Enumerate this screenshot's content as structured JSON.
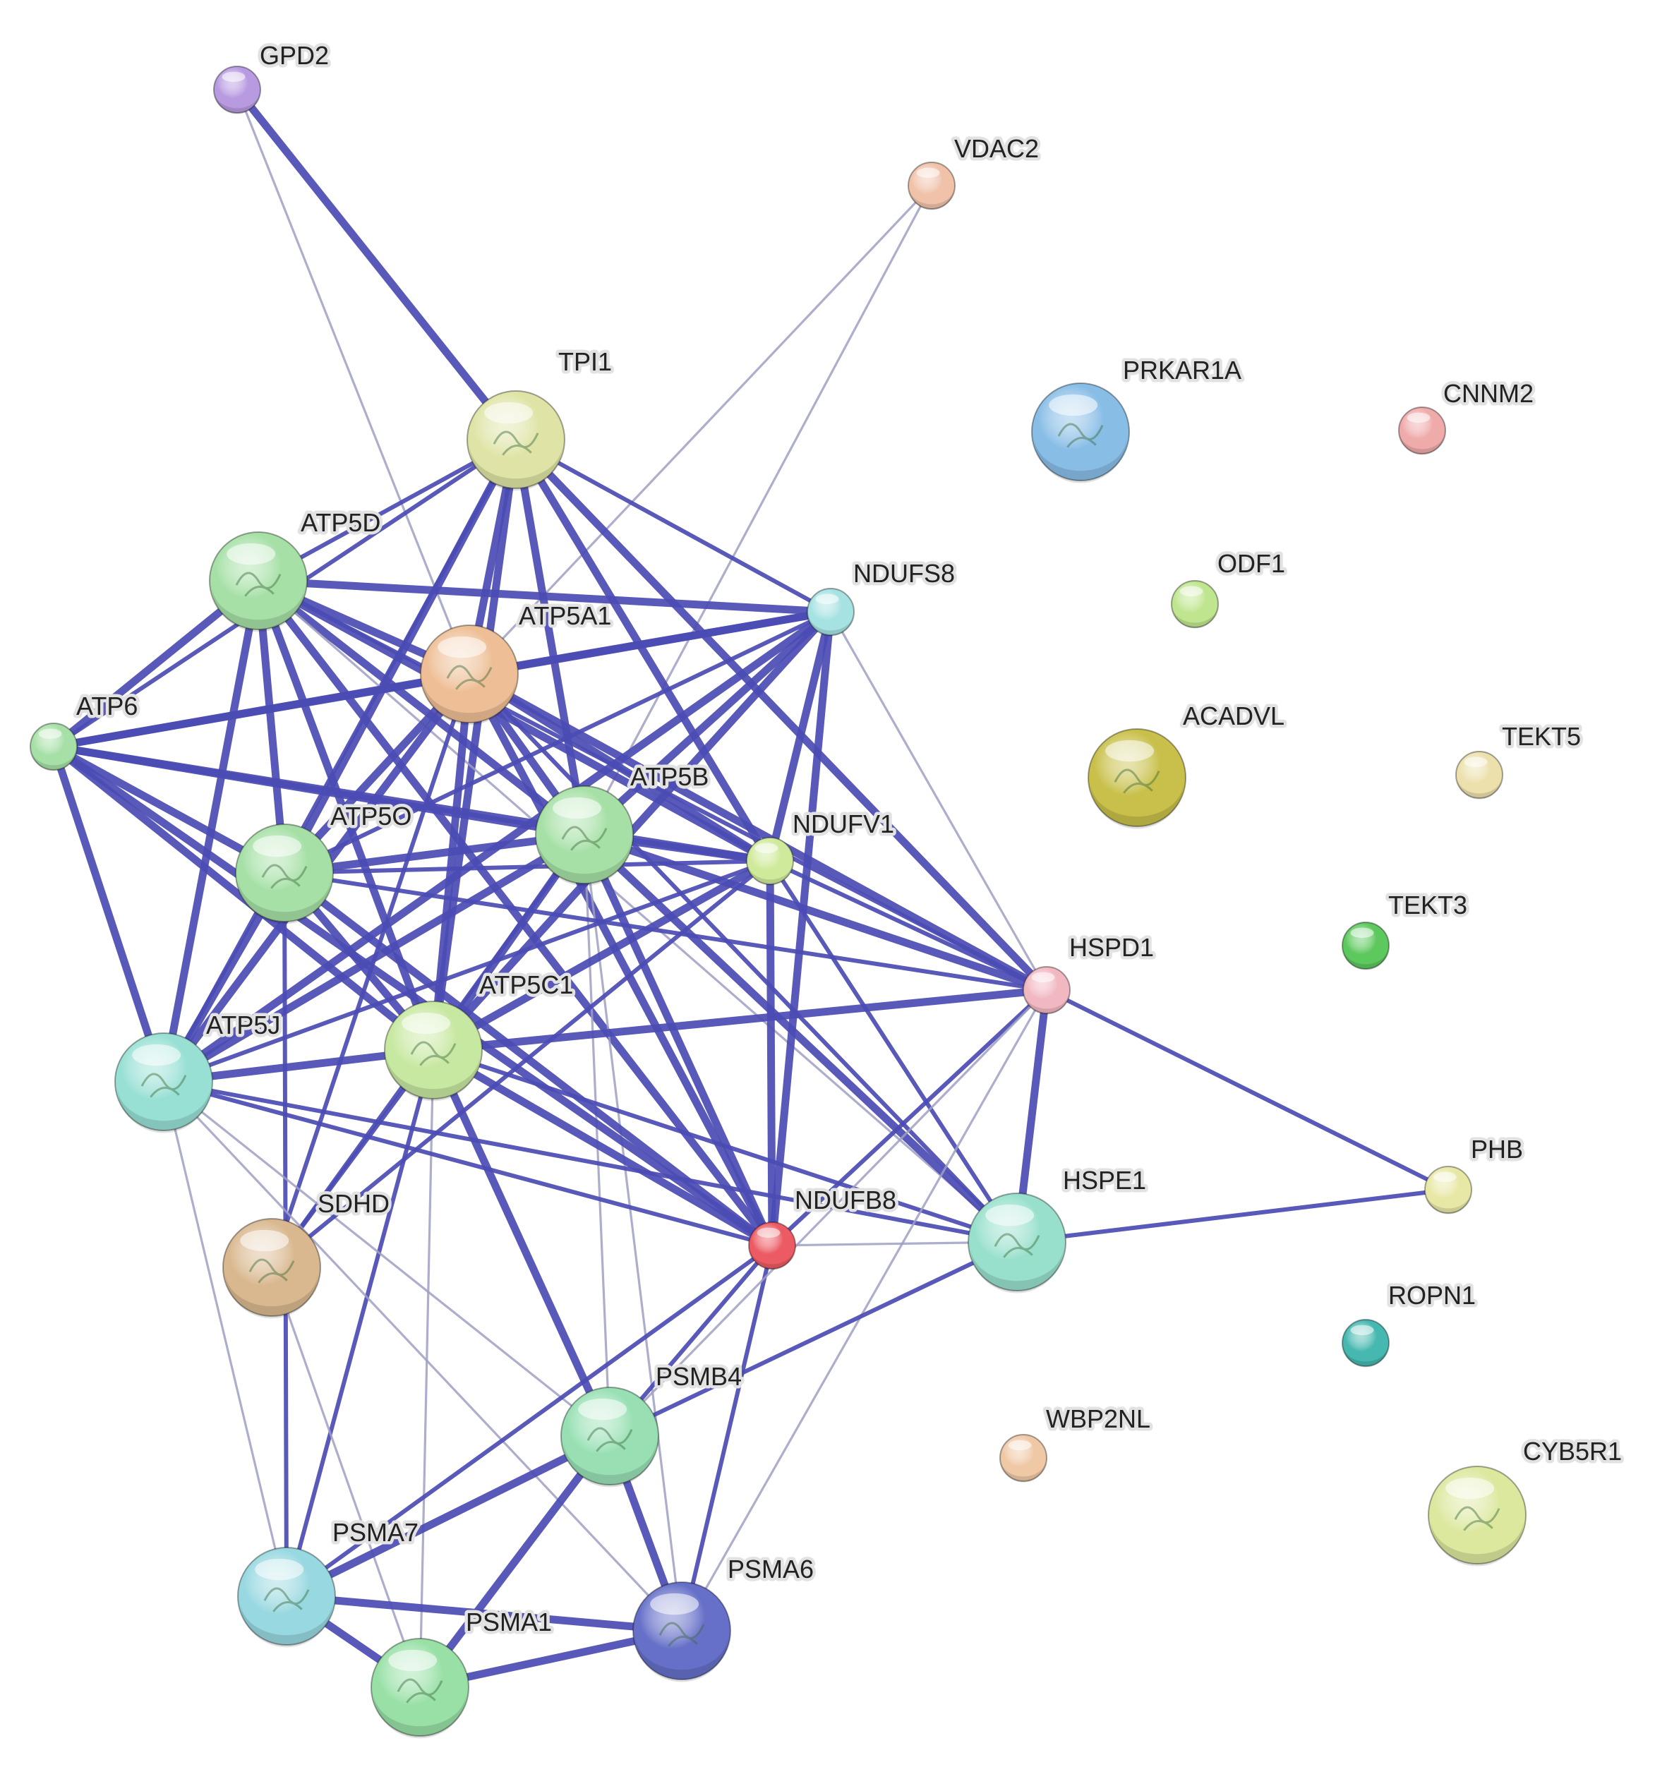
{
  "network": {
    "edge_color_strong": "#4b4bb4",
    "edge_color_weak": "#9f9fc3",
    "nodes": [
      {
        "id": "GPD2",
        "label": "GPD2",
        "color": "#b79ae0",
        "structure": false
      },
      {
        "id": "VDAC2",
        "label": "VDAC2",
        "color": "#f0c2aa",
        "structure": false
      },
      {
        "id": "TPI1",
        "label": "TPI1",
        "color": "#dfe4a6",
        "structure": true
      },
      {
        "id": "PRKAR1A",
        "label": "PRKAR1A",
        "color": "#88bde6",
        "structure": true
      },
      {
        "id": "CNNM2",
        "label": "CNNM2",
        "color": "#efaaaa",
        "structure": false
      },
      {
        "id": "ATP5D",
        "label": "ATP5D",
        "color": "#a6e0a6",
        "structure": true
      },
      {
        "id": "NDUFS8",
        "label": "NDUFS8",
        "color": "#a6e2e2",
        "structure": false
      },
      {
        "id": "ODF1",
        "label": "ODF1",
        "color": "#bfe68f",
        "structure": false
      },
      {
        "id": "ATP5A1",
        "label": "ATP5A1",
        "color": "#eebf96",
        "structure": true
      },
      {
        "id": "ATP6",
        "label": "ATP6",
        "color": "#a6e0a6",
        "structure": false
      },
      {
        "id": "ACADVL",
        "label": "ACADVL",
        "color": "#c8c04a",
        "structure": true
      },
      {
        "id": "TEKT5",
        "label": "TEKT5",
        "color": "#ece0ac",
        "structure": false
      },
      {
        "id": "ATP5B",
        "label": "ATP5B",
        "color": "#a6e0a6",
        "structure": true
      },
      {
        "id": "ATP5O",
        "label": "ATP5O",
        "color": "#a6e0a6",
        "structure": true
      },
      {
        "id": "NDUFV1",
        "label": "NDUFV1",
        "color": "#cfea9a",
        "structure": false
      },
      {
        "id": "TEKT3",
        "label": "TEKT3",
        "color": "#5dc85d",
        "structure": false
      },
      {
        "id": "HSPD1",
        "label": "HSPD1",
        "color": "#f2b8c2",
        "structure": false
      },
      {
        "id": "ATP5C1",
        "label": "ATP5C1",
        "color": "#c7e8a1",
        "structure": true
      },
      {
        "id": "ATP5J",
        "label": "ATP5J",
        "color": "#98e0d4",
        "structure": true
      },
      {
        "id": "PHB",
        "label": "PHB",
        "color": "#e8e8a6",
        "structure": false
      },
      {
        "id": "HSPE1",
        "label": "HSPE1",
        "color": "#98e0cc",
        "structure": true
      },
      {
        "id": "SDHD",
        "label": "SDHD",
        "color": "#d9b88f",
        "structure": true
      },
      {
        "id": "NDUFB8",
        "label": "NDUFB8",
        "color": "#ec5b64",
        "structure": false
      },
      {
        "id": "ROPN1",
        "label": "ROPN1",
        "color": "#46b8b0",
        "structure": false
      },
      {
        "id": "WBP2NL",
        "label": "WBP2NL",
        "color": "#efc8a6",
        "structure": false
      },
      {
        "id": "PSMB4",
        "label": "PSMB4",
        "color": "#98e0b4",
        "structure": true
      },
      {
        "id": "CYB5R1",
        "label": "CYB5R1",
        "color": "#dbe89e",
        "structure": true
      },
      {
        "id": "PSMA7",
        "label": "PSMA7",
        "color": "#98d8e0",
        "structure": true
      },
      {
        "id": "PSMA6",
        "label": "PSMA6",
        "color": "#6670c8",
        "structure": true
      },
      {
        "id": "PSMA1",
        "label": "PSMA1",
        "color": "#98e0a6",
        "structure": true
      }
    ],
    "edges": [
      {
        "source": "GPD2",
        "target": "TPI1",
        "strength": "strong"
      },
      {
        "source": "GPD2",
        "target": "ATP5A1",
        "strength": "weak"
      },
      {
        "source": "VDAC2",
        "target": "ATP5B",
        "strength": "weak"
      },
      {
        "source": "VDAC2",
        "target": "ATP5A1",
        "strength": "weak"
      },
      {
        "source": "TPI1",
        "target": "ATP5D",
        "strength": "medium"
      },
      {
        "source": "TPI1",
        "target": "ATP5A1",
        "strength": "strong"
      },
      {
        "source": "TPI1",
        "target": "ATP5B",
        "strength": "strong"
      },
      {
        "source": "TPI1",
        "target": "ATP5O",
        "strength": "strong"
      },
      {
        "source": "TPI1",
        "target": "ATP5C1",
        "strength": "strong"
      },
      {
        "source": "TPI1",
        "target": "NDUFS8",
        "strength": "medium"
      },
      {
        "source": "TPI1",
        "target": "NDUFV1",
        "strength": "strong"
      },
      {
        "source": "TPI1",
        "target": "HSPD1",
        "strength": "strong"
      },
      {
        "source": "TPI1",
        "target": "ATP6",
        "strength": "medium"
      },
      {
        "source": "TPI1",
        "target": "ATP5J",
        "strength": "medium"
      },
      {
        "source": "ATP5D",
        "target": "ATP5A1",
        "strength": "strong"
      },
      {
        "source": "ATP5D",
        "target": "ATP5B",
        "strength": "strong"
      },
      {
        "source": "ATP5D",
        "target": "ATP5O",
        "strength": "strong"
      },
      {
        "source": "ATP5D",
        "target": "ATP5C1",
        "strength": "strong"
      },
      {
        "source": "ATP5D",
        "target": "ATP5J",
        "strength": "strong"
      },
      {
        "source": "ATP5D",
        "target": "ATP6",
        "strength": "strong"
      },
      {
        "source": "ATP5D",
        "target": "NDUFS8",
        "strength": "strong"
      },
      {
        "source": "ATP5D",
        "target": "NDUFV1",
        "strength": "strong"
      },
      {
        "source": "ATP5D",
        "target": "NDUFB8",
        "strength": "strong"
      },
      {
        "source": "ATP5D",
        "target": "HSPD1",
        "strength": "medium"
      },
      {
        "source": "ATP5D",
        "target": "HSPE1",
        "strength": "weak"
      },
      {
        "source": "ATP5A1",
        "target": "ATP5B",
        "strength": "strong"
      },
      {
        "source": "ATP5A1",
        "target": "ATP5O",
        "strength": "strong"
      },
      {
        "source": "ATP5A1",
        "target": "ATP5C1",
        "strength": "strong"
      },
      {
        "source": "ATP5A1",
        "target": "ATP5J",
        "strength": "strong"
      },
      {
        "source": "ATP5A1",
        "target": "ATP6",
        "strength": "strong"
      },
      {
        "source": "ATP5A1",
        "target": "NDUFS8",
        "strength": "strong"
      },
      {
        "source": "ATP5A1",
        "target": "NDUFV1",
        "strength": "strong"
      },
      {
        "source": "ATP5A1",
        "target": "NDUFB8",
        "strength": "strong"
      },
      {
        "source": "ATP5A1",
        "target": "HSPD1",
        "strength": "strong"
      },
      {
        "source": "ATP5A1",
        "target": "HSPE1",
        "strength": "medium"
      },
      {
        "source": "ATP5A1",
        "target": "SDHD",
        "strength": "medium"
      },
      {
        "source": "ATP5B",
        "target": "ATP5O",
        "strength": "strong"
      },
      {
        "source": "ATP5B",
        "target": "ATP5C1",
        "strength": "strong"
      },
      {
        "source": "ATP5B",
        "target": "ATP5J",
        "strength": "strong"
      },
      {
        "source": "ATP5B",
        "target": "ATP6",
        "strength": "strong"
      },
      {
        "source": "ATP5B",
        "target": "NDUFS8",
        "strength": "strong"
      },
      {
        "source": "ATP5B",
        "target": "NDUFV1",
        "strength": "strong"
      },
      {
        "source": "ATP5B",
        "target": "NDUFB8",
        "strength": "strong"
      },
      {
        "source": "ATP5B",
        "target": "HSPD1",
        "strength": "strong"
      },
      {
        "source": "ATP5B",
        "target": "HSPE1",
        "strength": "strong"
      },
      {
        "source": "ATP5B",
        "target": "SDHD",
        "strength": "medium"
      },
      {
        "source": "ATP5B",
        "target": "PSMB4",
        "strength": "weak"
      },
      {
        "source": "ATP5B",
        "target": "PSMA6",
        "strength": "weak"
      },
      {
        "source": "ATP5O",
        "target": "ATP5C1",
        "strength": "strong"
      },
      {
        "source": "ATP5O",
        "target": "ATP5J",
        "strength": "strong"
      },
      {
        "source": "ATP5O",
        "target": "ATP6",
        "strength": "strong"
      },
      {
        "source": "ATP5O",
        "target": "NDUFS8",
        "strength": "medium"
      },
      {
        "source": "ATP5O",
        "target": "NDUFV1",
        "strength": "medium"
      },
      {
        "source": "ATP5O",
        "target": "NDUFB8",
        "strength": "strong"
      },
      {
        "source": "ATP5O",
        "target": "HSPD1",
        "strength": "medium"
      },
      {
        "source": "ATP5O",
        "target": "PSMA7",
        "strength": "medium"
      },
      {
        "source": "ATP5C1",
        "target": "ATP5J",
        "strength": "strong"
      },
      {
        "source": "ATP5C1",
        "target": "ATP6",
        "strength": "strong"
      },
      {
        "source": "ATP5C1",
        "target": "NDUFS8",
        "strength": "strong"
      },
      {
        "source": "ATP5C1",
        "target": "NDUFV1",
        "strength": "strong"
      },
      {
        "source": "ATP5C1",
        "target": "NDUFB8",
        "strength": "strong"
      },
      {
        "source": "ATP5C1",
        "target": "HSPD1",
        "strength": "strong"
      },
      {
        "source": "ATP5C1",
        "target": "HSPE1",
        "strength": "medium"
      },
      {
        "source": "ATP5C1",
        "target": "SDHD",
        "strength": "medium"
      },
      {
        "source": "ATP5C1",
        "target": "PSMB4",
        "strength": "strong"
      },
      {
        "source": "ATP5C1",
        "target": "PSMA7",
        "strength": "medium"
      },
      {
        "source": "ATP5C1",
        "target": "PSMA1",
        "strength": "weak"
      },
      {
        "source": "ATP5J",
        "target": "ATP6",
        "strength": "strong"
      },
      {
        "source": "ATP5J",
        "target": "NDUFS8",
        "strength": "strong"
      },
      {
        "source": "ATP5J",
        "target": "NDUFV1",
        "strength": "medium"
      },
      {
        "source": "ATP5J",
        "target": "NDUFB8",
        "strength": "medium"
      },
      {
        "source": "ATP5J",
        "target": "HSPE1",
        "strength": "medium"
      },
      {
        "source": "ATP5J",
        "target": "PSMA7",
        "strength": "weak"
      },
      {
        "source": "ATP5J",
        "target": "PSMA6",
        "strength": "weak"
      },
      {
        "source": "ATP5J",
        "target": "PSMB4",
        "strength": "weak"
      },
      {
        "source": "ATP6",
        "target": "NDUFS8",
        "strength": "strong"
      },
      {
        "source": "ATP6",
        "target": "NDUFV1",
        "strength": "strong"
      },
      {
        "source": "ATP6",
        "target": "NDUFB8",
        "strength": "strong"
      },
      {
        "source": "NDUFS8",
        "target": "NDUFV1",
        "strength": "strong"
      },
      {
        "source": "NDUFS8",
        "target": "NDUFB8",
        "strength": "strong"
      },
      {
        "source": "NDUFS8",
        "target": "HSPD1",
        "strength": "weak"
      },
      {
        "source": "NDUFV1",
        "target": "NDUFB8",
        "strength": "strong"
      },
      {
        "source": "NDUFV1",
        "target": "HSPD1",
        "strength": "medium"
      },
      {
        "source": "NDUFV1",
        "target": "SDHD",
        "strength": "medium"
      },
      {
        "source": "NDUFV1",
        "target": "HSPE1",
        "strength": "medium"
      },
      {
        "source": "NDUFB8",
        "target": "HSPE1",
        "strength": "weak"
      },
      {
        "source": "NDUFB8",
        "target": "HSPD1",
        "strength": "medium"
      },
      {
        "source": "NDUFB8",
        "target": "PSMB4",
        "strength": "medium"
      },
      {
        "source": "NDUFB8",
        "target": "PSMA7",
        "strength": "medium"
      },
      {
        "source": "NDUFB8",
        "target": "PSMA6",
        "strength": "medium"
      },
      {
        "source": "HSPD1",
        "target": "HSPE1",
        "strength": "strong"
      },
      {
        "source": "HSPD1",
        "target": "PHB",
        "strength": "medium"
      },
      {
        "source": "HSPD1",
        "target": "PSMB4",
        "strength": "weak"
      },
      {
        "source": "HSPD1",
        "target": "PSMA6",
        "strength": "weak"
      },
      {
        "source": "HSPE1",
        "target": "PHB",
        "strength": "medium"
      },
      {
        "source": "HSPE1",
        "target": "PSMB4",
        "strength": "medium"
      },
      {
        "source": "SDHD",
        "target": "PSMA1",
        "strength": "weak"
      },
      {
        "source": "PSMB4",
        "target": "PSMA7",
        "strength": "strong"
      },
      {
        "source": "PSMB4",
        "target": "PSMA6",
        "strength": "strong"
      },
      {
        "source": "PSMB4",
        "target": "PSMA1",
        "strength": "strong"
      },
      {
        "source": "PSMA7",
        "target": "PSMA6",
        "strength": "strong"
      },
      {
        "source": "PSMA7",
        "target": "PSMA1",
        "strength": "strong"
      },
      {
        "source": "PSMA6",
        "target": "PSMA1",
        "strength": "strong"
      }
    ]
  }
}
